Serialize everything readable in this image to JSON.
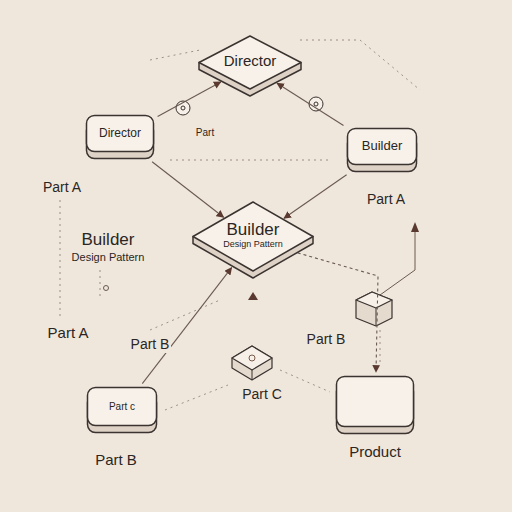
{
  "diagram": {
    "nodes": [
      {
        "text": [
          "Director"
        ]
      },
      {
        "text": [
          "Director"
        ]
      },
      {
        "text": [
          "Builder"
        ]
      },
      {
        "text": [
          "Builder",
          "Design Pattern"
        ]
      },
      {
        "text": [
          "Part c"
        ]
      },
      {
        "text": [
          "Product"
        ]
      }
    ],
    "edges": [
      {
        "from": 1,
        "to": 0,
        "arrow": "to"
      },
      {
        "from": 2,
        "to": 0,
        "arrow": "to"
      },
      {
        "from": 1,
        "to": 3,
        "arrow": "to"
      },
      {
        "from": 2,
        "to": 3,
        "arrow": "to"
      },
      {
        "from": 4,
        "to": 3,
        "arrow": "to"
      },
      {
        "from": 3,
        "to": 5,
        "arrow": "to"
      }
    ],
    "labels": [
      "Part",
      "Part A",
      "Part A",
      "Builder",
      "Design Pattern",
      "Part A",
      "Part B",
      "Part B",
      "Part C",
      "Part B"
    ]
  }
}
